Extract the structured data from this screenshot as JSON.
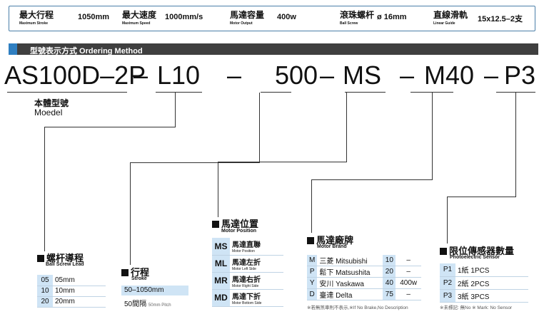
{
  "specs": [
    {
      "zh": "最大行程",
      "en": "Maximum Stroke",
      "value": "1050mm"
    },
    {
      "zh": "最大速度",
      "en": "Maximum Speed",
      "value": "1000mm/s"
    },
    {
      "zh": "馬達容量",
      "en": "Motor Output",
      "value": "400w"
    },
    {
      "zh": "滾珠螺杆",
      "en": "Ball Screw",
      "value": "ø 16mm"
    },
    {
      "zh": "直線滑軌",
      "en": "Linear Guide",
      "value": "15x12.5–2支"
    }
  ],
  "ordering": {
    "title": "型號表示方式  Ordering Method"
  },
  "code": {
    "model": "AS100D–2P",
    "dash1": "–",
    "lead": "L10",
    "dash2": "–",
    "stroke": "500",
    "dash3": "–",
    "position": "MS",
    "dash4": "–",
    "brand": "M40",
    "dash5": "–",
    "sensor": "P3"
  },
  "model_label": {
    "zh": "本體型號",
    "en": "Moedel"
  },
  "lead": {
    "zh": "螺杆導程",
    "en": "Ball Screw Lead",
    "rows": [
      [
        "05",
        "05mm"
      ],
      [
        "10",
        "10mm"
      ],
      [
        "20",
        "20mm"
      ]
    ]
  },
  "stroke": {
    "zh": "行程",
    "en": "Stroke",
    "range": "50–1050mm",
    "pitch": "50間隔",
    "pitch_en": "50mm Pitch"
  },
  "position": {
    "zh": "馬達位置",
    "en": "Motor Position",
    "rows": [
      {
        "code": "MS",
        "zh": "馬達直聯",
        "en": "Motor Position"
      },
      {
        "code": "ML",
        "zh": "馬達左折",
        "en": "Motor Left Side"
      },
      {
        "code": "MR",
        "zh": "馬達右折",
        "en": "Motor Right Side"
      },
      {
        "code": "MD",
        "zh": "馬達下折",
        "en": "Motor Bottom Side"
      }
    ]
  },
  "brand": {
    "zh": "馬達廠牌",
    "en": "Motor Brand",
    "rows": [
      [
        "M",
        "三菱 Mitsubishi",
        "10",
        "–"
      ],
      [
        "P",
        "鬆下 Matsushita",
        "20",
        "–"
      ],
      [
        "Y",
        "安川 Yaskawa",
        "40",
        "400w"
      ],
      [
        "D",
        "臺達 Delta",
        "75",
        "–"
      ]
    ],
    "note": "※若無煞車則不表示,※If No Brake,No Description"
  },
  "sensor": {
    "zh": "限位傳感器數量",
    "en": "Photoelectric Sensor",
    "rows": [
      [
        "P1",
        "1紙 1PCS"
      ],
      [
        "P2",
        "2紙 2PCS"
      ],
      [
        "P3",
        "3紙 3PCS"
      ]
    ],
    "note": "※未標記: 無No ※ Mark: No Sensor"
  },
  "colors": {
    "accent": "#2f7fc1",
    "band": "#3f3f3f",
    "cell": "#cfe4f5",
    "border": "#4a7fa8"
  }
}
